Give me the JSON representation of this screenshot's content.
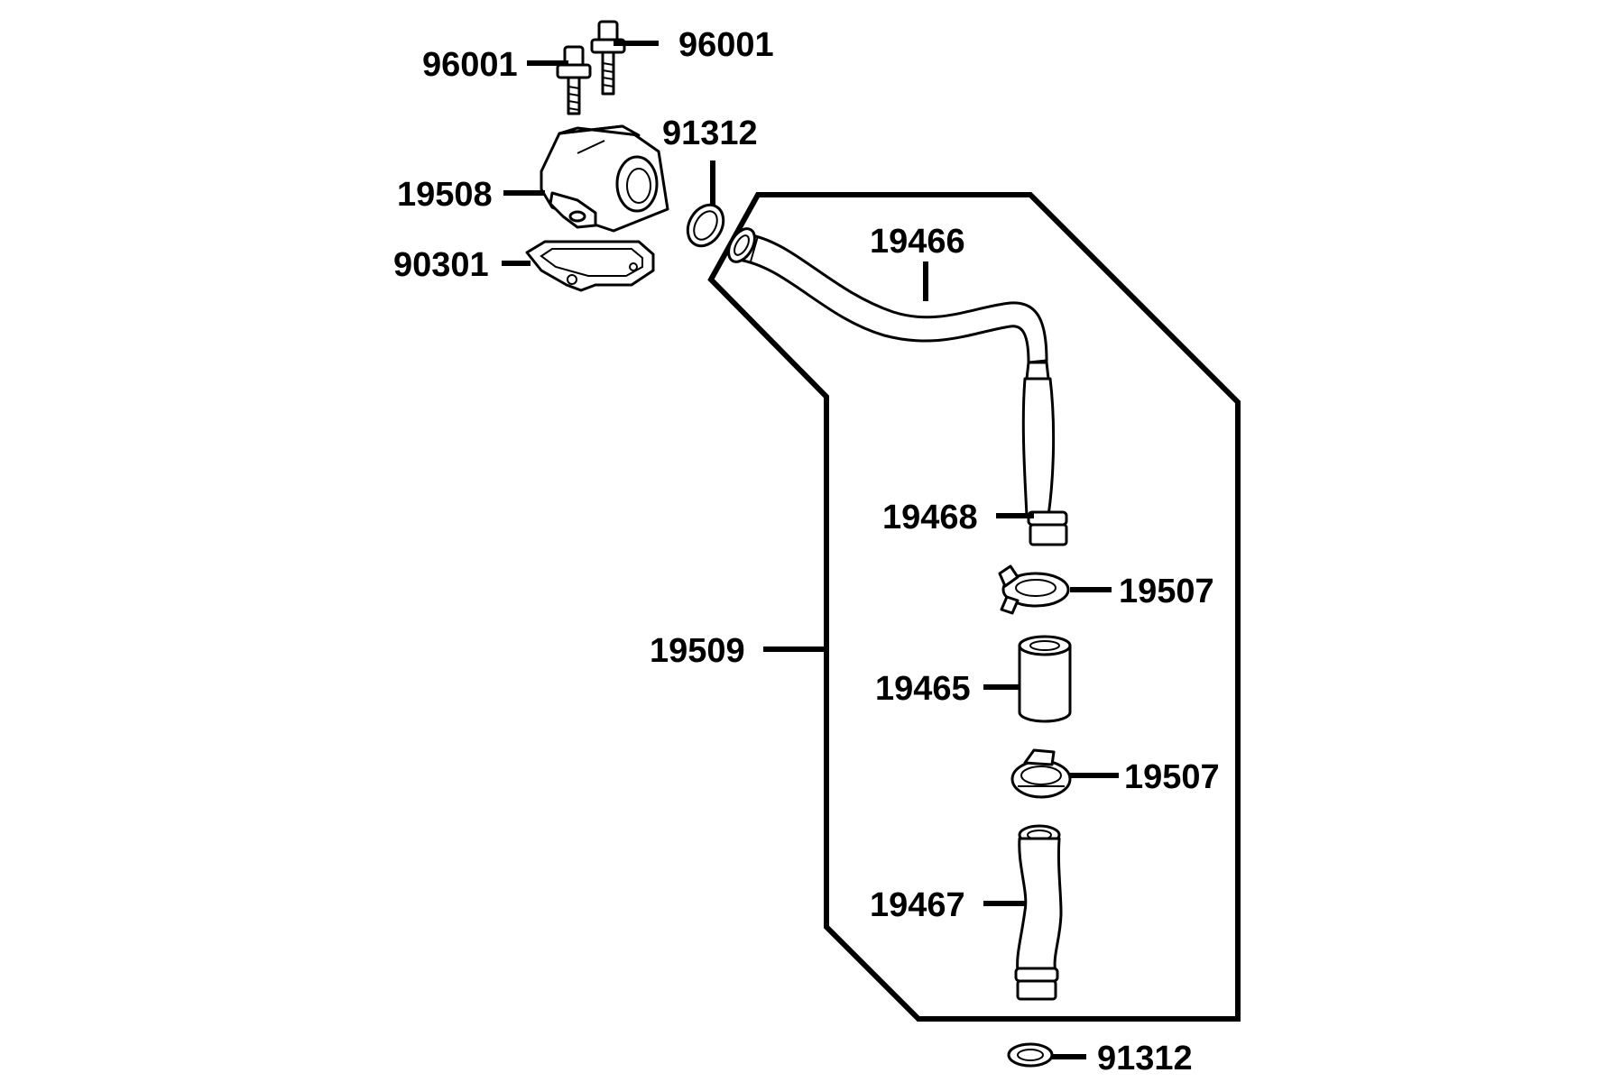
{
  "labels": {
    "bolt_left": "96001",
    "bolt_right": "96001",
    "housing": "19508",
    "gasket": "90301",
    "oring_top": "91312",
    "hose_upper": "19466",
    "clamp_upper_hose": "19468",
    "clamp_1": "19507",
    "group_bracket": "19509",
    "joint_pipe": "19465",
    "clamp_2": "19507",
    "hose_lower": "19467",
    "oring_bottom": "91312"
  }
}
